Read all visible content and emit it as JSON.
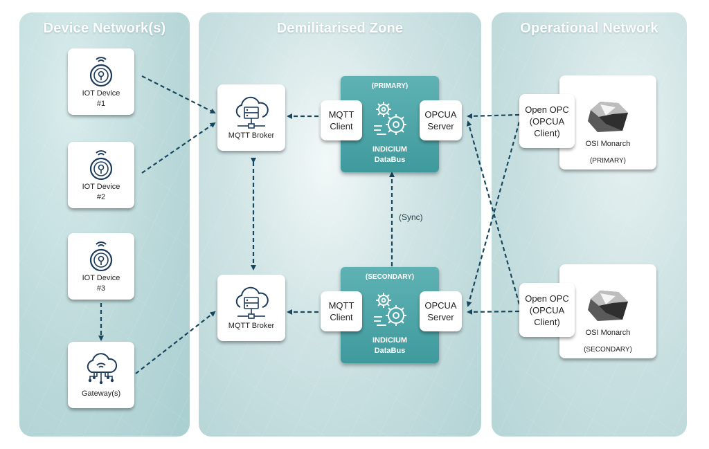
{
  "zones": {
    "device": "Device Network(s)",
    "dmz": "Demilitarised Zone",
    "operational": "Operational Network"
  },
  "device_network": {
    "iot1": {
      "line1": "IOT Device",
      "line2": "#1"
    },
    "iot2": {
      "line1": "IOT Device",
      "line2": "#2"
    },
    "iot3": {
      "line1": "IOT Device",
      "line2": "#3"
    },
    "gateway": "Gateway(s)"
  },
  "dmz": {
    "broker_top": "MQTT Broker",
    "broker_bottom": "MQTT Broker",
    "primary": {
      "tag": "(PRIMARY)",
      "mqtt_client": {
        "line1": "MQTT",
        "line2": "Client"
      },
      "opcua_server": {
        "line1": "OPCUA",
        "line2": "Server"
      },
      "name": {
        "line1": "INDICIUM",
        "line2": "DataBus"
      }
    },
    "secondary": {
      "tag": "(SECONDARY)",
      "mqtt_client": {
        "line1": "MQTT",
        "line2": "Client"
      },
      "opcua_server": {
        "line1": "OPCUA",
        "line2": "Server"
      },
      "name": {
        "line1": "INDICIUM",
        "line2": "DataBus"
      }
    },
    "sync": "(Sync)"
  },
  "operational": {
    "primary": {
      "client": {
        "line1": "Open OPC",
        "line2": "(OPCUA",
        "line3": "Client)"
      },
      "monarch": "OSI Monarch",
      "role": "(PRIMARY)"
    },
    "secondary": {
      "client": {
        "line1": "Open OPC",
        "line2": "(OPCUA",
        "line3": "Client)"
      },
      "monarch": "OSI Monarch",
      "role": "(SECONDARY)"
    }
  },
  "colors": {
    "accent": "#17475e",
    "teal": "#4aa5a8",
    "zone": "#bcd9da"
  }
}
